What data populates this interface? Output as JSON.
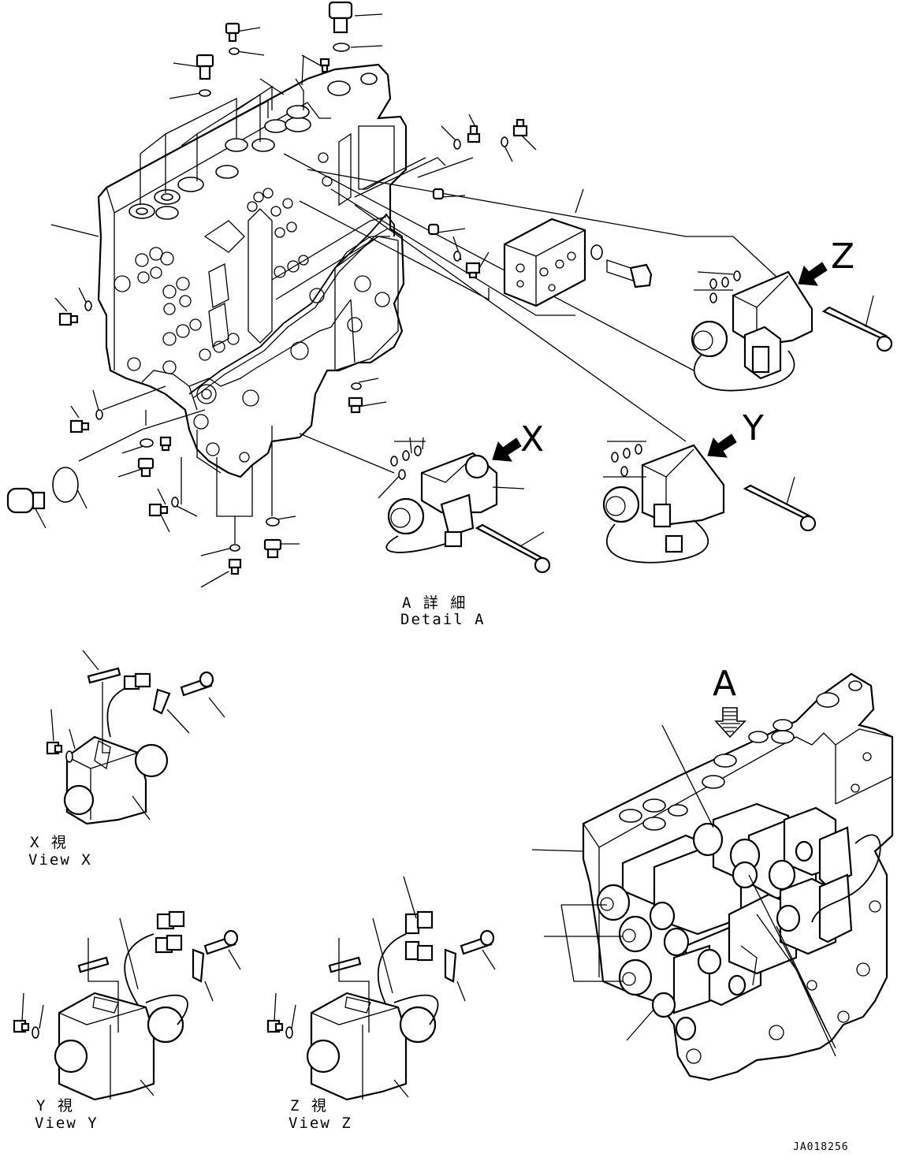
{
  "labels": {
    "arrow_x": "X",
    "arrow_y": "Y",
    "arrow_z": "Z",
    "arrow_a": "A",
    "detail_a_jp": "A 詳 細",
    "detail_a_en": "Detail A",
    "view_x_jp": "X 視",
    "view_x_en": "View X",
    "view_y_jp": "Y 視",
    "view_y_en": "View Y",
    "view_z_jp": "Z 視",
    "view_z_en": "View Z",
    "drawing_code": "JA018256"
  },
  "icons": {
    "view_arrow": "thick-black-arrow-icon",
    "hatched_arrow": "hatched-arrow-icon",
    "bolt": "bolt-icon",
    "o_ring": "o-ring-icon"
  }
}
